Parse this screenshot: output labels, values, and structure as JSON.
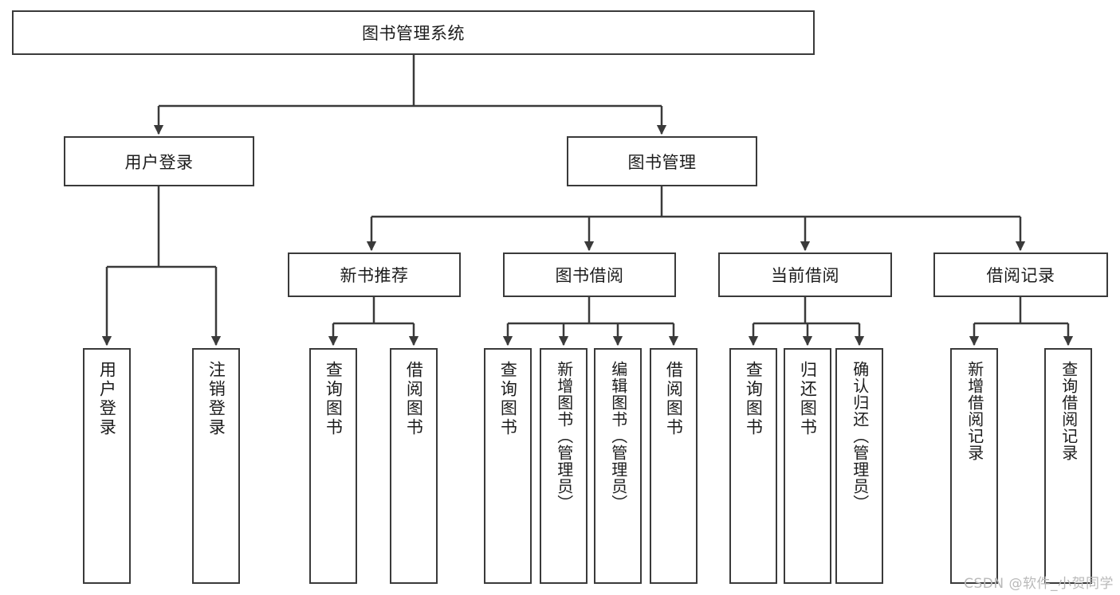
{
  "diagram": {
    "type": "tree-hierarchy",
    "title_node": {
      "label": "图书管理系统"
    },
    "level2": [
      {
        "id": "user-login",
        "label": "用户登录"
      },
      {
        "id": "book-management",
        "label": "图书管理"
      }
    ],
    "level3": [
      {
        "id": "new-book-recommend",
        "label": "新书推荐",
        "parent": "book-management"
      },
      {
        "id": "book-borrow",
        "label": "图书借阅",
        "parent": "book-management"
      },
      {
        "id": "current-borrow",
        "label": "当前借阅",
        "parent": "book-management"
      },
      {
        "id": "borrow-record",
        "label": "借阅记录",
        "parent": "book-management"
      }
    ],
    "leaves": {
      "user-login": [
        {
          "id": "leaf-user-login",
          "label": "用户登录"
        },
        {
          "id": "leaf-logout",
          "label": "注销登录"
        }
      ],
      "new-book-recommend": [
        {
          "id": "leaf-query-book-1",
          "label": "查询图书"
        },
        {
          "id": "leaf-borrow-book-1",
          "label": "借阅图书"
        }
      ],
      "book-borrow": [
        {
          "id": "leaf-query-book-2",
          "label": "查询图书"
        },
        {
          "id": "leaf-add-book",
          "label": "新增图书（管理员）"
        },
        {
          "id": "leaf-edit-book",
          "label": "编辑图书（管理员）"
        },
        {
          "id": "leaf-borrow-book-2",
          "label": "借阅图书"
        }
      ],
      "current-borrow": [
        {
          "id": "leaf-query-book-3",
          "label": "查询图书"
        },
        {
          "id": "leaf-return-book",
          "label": "归还图书"
        },
        {
          "id": "leaf-confirm-return",
          "label": "确认归还（管理员）"
        }
      ],
      "borrow-record": [
        {
          "id": "leaf-add-record",
          "label": "新增借阅记录"
        },
        {
          "id": "leaf-query-record",
          "label": "查询借阅记录"
        }
      ]
    },
    "watermark": "CSDN @软件_小贺同学",
    "colors": {
      "stroke": "#3a3a3a",
      "text": "#1c1c1c",
      "background": "#ffffff",
      "watermark": "#b9b9b9"
    }
  }
}
